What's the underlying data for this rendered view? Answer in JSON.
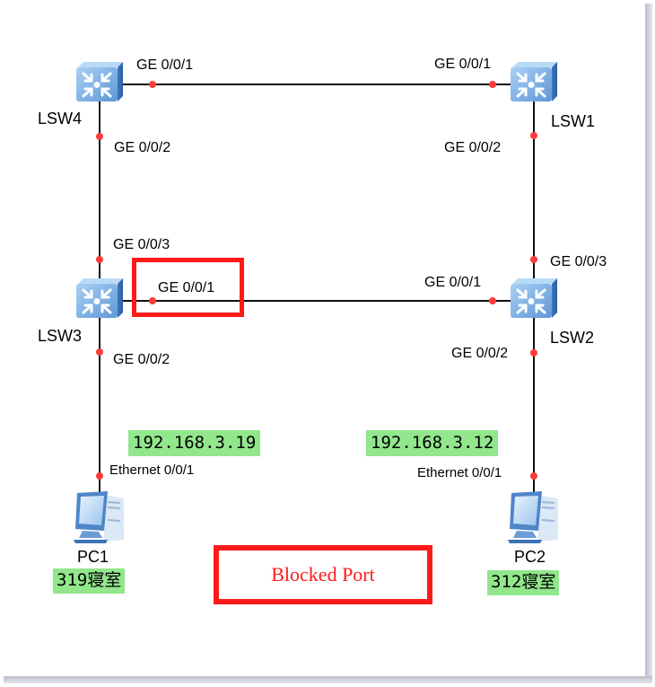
{
  "colors": {
    "link": "#111111",
    "port_dot": "#ff3b3b",
    "highlight": "#ff1a1a",
    "label_bg": "#92e68c",
    "switch_body": "#7fb2e5"
  },
  "devices": [
    {
      "id": "LSW4",
      "label": "LSW4",
      "type": "switch",
      "icon": "switch-icon"
    },
    {
      "id": "LSW1",
      "label": "LSW1",
      "type": "switch",
      "icon": "switch-icon"
    },
    {
      "id": "LSW3",
      "label": "LSW3",
      "type": "switch",
      "icon": "switch-icon"
    },
    {
      "id": "LSW2",
      "label": "LSW2",
      "type": "switch",
      "icon": "switch-icon"
    },
    {
      "id": "PC1",
      "label": "PC1",
      "type": "pc",
      "icon": "pc-icon",
      "ip": "192.168.3.19",
      "room": "319寝室"
    },
    {
      "id": "PC2",
      "label": "PC2",
      "type": "pc",
      "icon": "pc-icon",
      "ip": "192.168.3.12",
      "room": "312寝室"
    }
  ],
  "links": [
    {
      "a": "LSW4",
      "a_port": "GE 0/0/1",
      "b": "LSW1",
      "b_port": "GE 0/0/1"
    },
    {
      "a": "LSW4",
      "a_port": "GE 0/0/2",
      "b": "LSW3",
      "b_port": "GE 0/0/3"
    },
    {
      "a": "LSW1",
      "a_port": "GE 0/0/2",
      "b": "LSW2",
      "b_port": "GE 0/0/3"
    },
    {
      "a": "LSW3",
      "a_port": "GE 0/0/1",
      "b": "LSW2",
      "b_port": "GE 0/0/1",
      "blocked_side": "LSW3"
    },
    {
      "a": "LSW3",
      "a_port": "GE 0/0/2",
      "b": "PC1",
      "b_port": "Ethernet 0/0/1"
    },
    {
      "a": "LSW2",
      "a_port": "GE 0/0/2",
      "b": "PC2",
      "b_port": "Ethernet 0/0/1"
    }
  ],
  "ports": {
    "lsw4_ge1": "GE 0/0/1",
    "lsw4_ge2": "GE 0/0/2",
    "lsw1_ge1": "GE 0/0/1",
    "lsw1_ge2": "GE 0/0/2",
    "lsw3_ge3": "GE 0/0/3",
    "lsw3_ge1": "GE 0/0/1",
    "lsw3_ge2": "GE 0/0/2",
    "lsw2_ge3": "GE 0/0/3",
    "lsw2_ge1": "GE 0/0/1",
    "lsw2_ge2": "GE 0/0/2",
    "pc1_eth": "Ethernet 0/0/1",
    "pc2_eth": "Ethernet 0/0/1"
  },
  "legend": {
    "blocked_port": "Blocked Port"
  }
}
